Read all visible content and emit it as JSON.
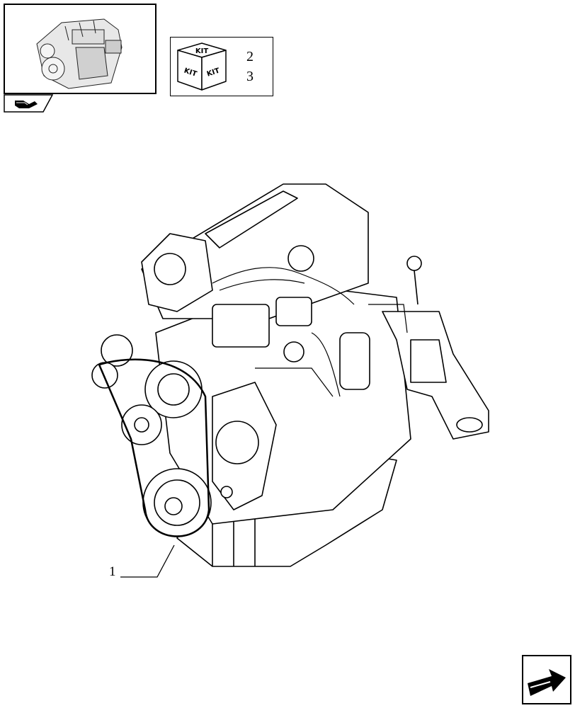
{
  "thumbnail": {
    "icon": "engine-thumbnail-icon",
    "tab_icon": "book-arrow-icon"
  },
  "kit_legend": {
    "icon": "kit-cube-icon",
    "cube_labels": {
      "top": "KIT",
      "left": "KIT",
      "right": "KIT"
    },
    "numbers": [
      "2",
      "3"
    ]
  },
  "diagram": {
    "icon": "engine-assembly-illustration",
    "callouts": [
      {
        "label": "1"
      }
    ]
  },
  "navigation": {
    "next_icon": "next-page-arrow-icon"
  }
}
